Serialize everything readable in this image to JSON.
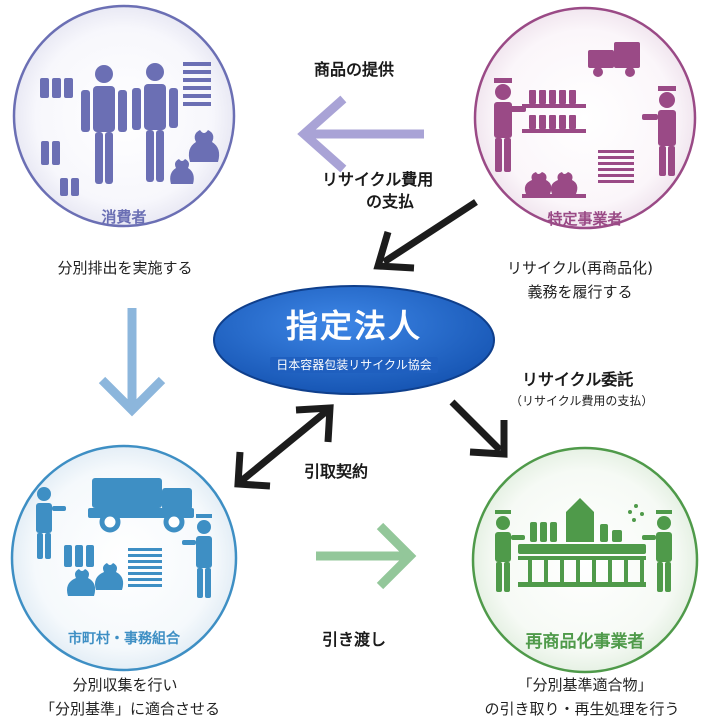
{
  "colors": {
    "consumer": "#6b6fb4",
    "business": "#9a4a86",
    "municipality": "#3e8fc4",
    "recycler": "#4f9a4a",
    "corporation": "#1f63c4",
    "arrow_dark": "#1c1c1c",
    "arrow_light_purple": "#a9a3d6",
    "arrow_light_blue": "#8cb6dc",
    "arrow_light_green": "#93c79a"
  },
  "nodes": {
    "consumer": {
      "label": "消費者",
      "desc": "分別排出を実施する"
    },
    "business": {
      "label": "特定事業者",
      "desc_line1": "リサイクル(再商品化)",
      "desc_line2": "義務を履行する"
    },
    "municipality": {
      "label": "市町村・事務組合",
      "desc_line1": "分別収集を行い",
      "desc_line2": "「分別基準」に適合させる"
    },
    "recycler": {
      "label": "再商品化事業者",
      "desc_line1": "「分別基準適合物」",
      "desc_line2": "の引き取り・再生処理を行う"
    },
    "center": {
      "title": "指定法人",
      "subtitle": "日本容器包装リサイクル協会"
    }
  },
  "flows": {
    "product_supply": "商品の提供",
    "recycling_fee_line1": "リサイクル費用",
    "recycling_fee_line2": "の支払",
    "recycling_commission": "リサイクル委託",
    "recycling_commission_note": "（リサイクル費用の支払）",
    "pickup_contract": "引取契約",
    "handover": "引き渡し"
  },
  "icons": {
    "consumer": [
      "person-icon",
      "person-icon",
      "bottle-icon",
      "bag-icon",
      "document-icon"
    ],
    "business": [
      "truck-icon",
      "person-icon",
      "shelf-icon",
      "bag-icon",
      "document-icon"
    ],
    "municipality": [
      "truck-icon",
      "person-icon",
      "bottle-icon",
      "bag-icon",
      "document-icon"
    ],
    "recycler": [
      "person-icon",
      "factory-icon",
      "conveyor-icon",
      "bottle-icon"
    ]
  }
}
